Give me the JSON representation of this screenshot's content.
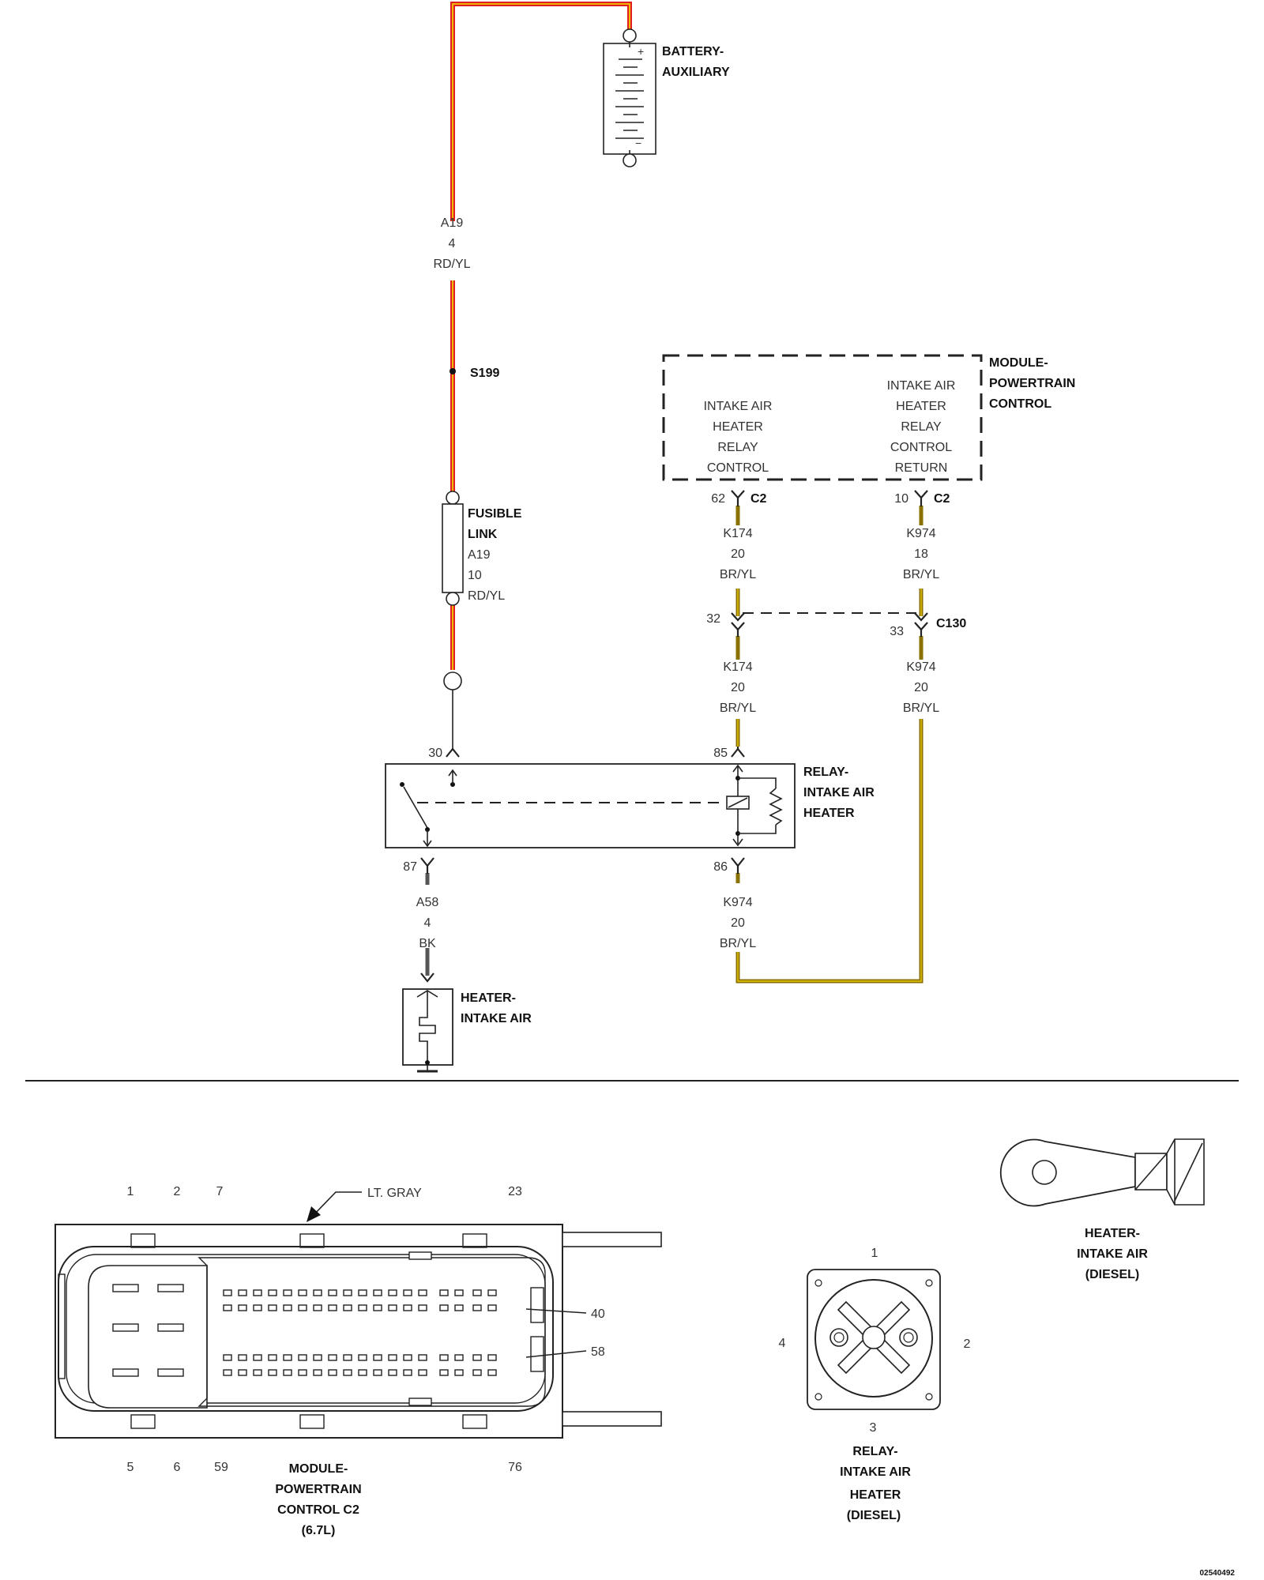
{
  "battery": {
    "title_line1": "BATTERY-",
    "title_line2": "AUXILIARY",
    "plus": "+",
    "minus": "−"
  },
  "wire_a19_top": {
    "circuit": "A19",
    "gauge": "4",
    "color": "RD/YL"
  },
  "splice": {
    "label": "S199"
  },
  "fusible_link": {
    "line1": "FUSIBLE",
    "line2": "LINK",
    "circuit": "A19",
    "gauge": "10",
    "color": "RD/YL"
  },
  "pcm": {
    "title_line1": "MODULE-",
    "title_line2": "POWERTRAIN",
    "title_line3": "CONTROL",
    "left_func": [
      "INTAKE AIR",
      "HEATER",
      "RELAY",
      "CONTROL"
    ],
    "right_func": [
      "INTAKE AIR",
      "HEATER",
      "RELAY",
      "CONTROL",
      "RETURN"
    ],
    "left_pin": "62",
    "right_pin": "10",
    "connector": "C2"
  },
  "wire_k174_upper": {
    "circuit": "K174",
    "gauge": "20",
    "color": "BR/YL"
  },
  "wire_k974_upper": {
    "circuit": "K974",
    "gauge": "18",
    "color": "BR/YL"
  },
  "c130": {
    "label": "C130",
    "left_pin": "32",
    "right_pin": "33"
  },
  "wire_k174_lower": {
    "circuit": "K174",
    "gauge": "20",
    "color": "BR/YL"
  },
  "wire_k974_lower": {
    "circuit": "K974",
    "gauge": "20",
    "color": "BR/YL"
  },
  "relay": {
    "title_line1": "RELAY-",
    "title_line2": "INTAKE AIR",
    "title_line3": "HEATER",
    "pin30": "30",
    "pin85": "85",
    "pin87": "87",
    "pin86": "86"
  },
  "wire_a58": {
    "circuit": "A58",
    "gauge": "4",
    "color": "BK"
  },
  "wire_k974_relay": {
    "circuit": "K974",
    "gauge": "20",
    "color": "BR/YL"
  },
  "heater": {
    "title_line1": "HEATER-",
    "title_line2": "INTAKE AIR"
  },
  "pcm_c2_connector": {
    "color_label": "LT. GRAY",
    "top_pins": [
      "1",
      "2",
      "7",
      "23"
    ],
    "bottom_pins": [
      "5",
      "6",
      "59",
      "76"
    ],
    "callout_40": "40",
    "callout_58": "58",
    "title_lines": [
      "MODULE-",
      "POWERTRAIN",
      "CONTROL C2",
      "(6.7L)"
    ]
  },
  "relay_connector": {
    "pins": [
      "1",
      "2",
      "3",
      "4"
    ],
    "title_lines": [
      "RELAY-",
      "INTAKE AIR",
      "HEATER",
      "(DIESEL)"
    ]
  },
  "heater_terminal": {
    "title_lines": [
      "HEATER-",
      "INTAKE AIR",
      "(DIESEL)"
    ]
  },
  "doc_id": "02540492",
  "wire_colors": {
    "red": "#e02020",
    "yellow": "#f2e100",
    "brown": "#8a7200",
    "brown_stripe": "#e8c600"
  }
}
